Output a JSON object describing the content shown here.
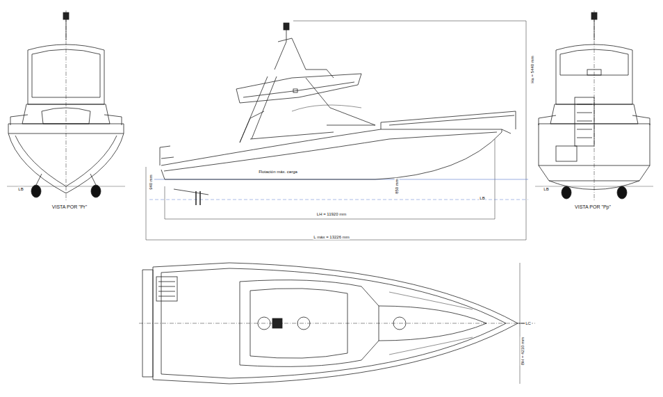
{
  "diagram": {
    "labels": [
      "VISTA POR \"Pr\"",
      "LB",
      "Flotación máx. carga",
      "940 mm",
      "850 mm",
      "LB",
      "LH = 11920 mm",
      "L máx = 13226 mm",
      "Ha = 5440 mm",
      "LB",
      "VISTA POR \"Pp\"",
      "LC",
      "BH = 4210 mm"
    ]
  }
}
